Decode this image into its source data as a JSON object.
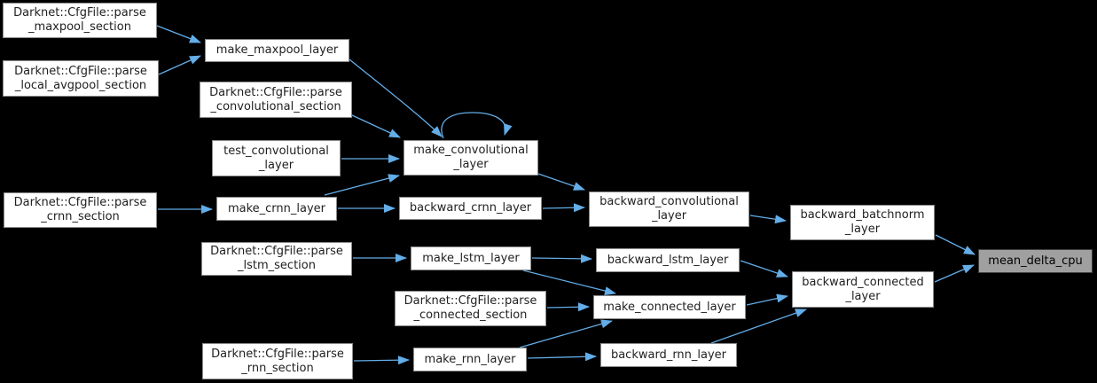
{
  "graph": {
    "type": "call-graph",
    "target_function": "mean_delta_cpu",
    "colors": {
      "bg": "#000000",
      "edge": "#63ade8",
      "node-fill": "#ffffff",
      "node-border": "#8a8a8a",
      "node-text": "#1f1f1f",
      "hl-fill": "#a0a0a0",
      "hl-border": "#3f3f3f",
      "hl-text": "#000000"
    },
    "nodes": [
      {
        "id": "parse-maxpool-section",
        "label": "Darknet::CfgFile::parse\n_maxpool_section"
      },
      {
        "id": "parse-local-avgpool-section",
        "label": "Darknet::CfgFile::parse\n_local_avgpool_section"
      },
      {
        "id": "make-maxpool-layer",
        "label": "make_maxpool_layer"
      },
      {
        "id": "parse-convolutional-section",
        "label": "Darknet::CfgFile::parse\n_convolutional_section"
      },
      {
        "id": "test-convolutional-layer",
        "label": "test_convolutional\n_layer"
      },
      {
        "id": "make-convolutional-layer",
        "label": "make_convolutional\n_layer"
      },
      {
        "id": "parse-crnn-section",
        "label": "Darknet::CfgFile::parse\n_crnn_section"
      },
      {
        "id": "make-crnn-layer",
        "label": "make_crnn_layer"
      },
      {
        "id": "backward-crnn-layer",
        "label": "backward_crnn_layer"
      },
      {
        "id": "backward-convolutional-layer",
        "label": "backward_convolutional\n_layer"
      },
      {
        "id": "backward-batchnorm-layer",
        "label": "backward_batchnorm\n_layer"
      },
      {
        "id": "parse-lstm-section",
        "label": "Darknet::CfgFile::parse\n_lstm_section"
      },
      {
        "id": "make-lstm-layer",
        "label": "make_lstm_layer"
      },
      {
        "id": "backward-lstm-layer",
        "label": "backward_lstm_layer"
      },
      {
        "id": "backward-connected-layer",
        "label": "backward_connected\n_layer"
      },
      {
        "id": "parse-connected-section",
        "label": "Darknet::CfgFile::parse\n_connected_section"
      },
      {
        "id": "make-connected-layer",
        "label": "make_connected_layer"
      },
      {
        "id": "parse-rnn-section",
        "label": "Darknet::CfgFile::parse\n_rnn_section"
      },
      {
        "id": "make-rnn-layer",
        "label": "make_rnn_layer"
      },
      {
        "id": "backward-rnn-layer",
        "label": "backward_rnn_layer"
      },
      {
        "id": "mean-delta-cpu",
        "label": "mean_delta_cpu",
        "highlight": true
      }
    ],
    "edges": [
      {
        "from": "parse-maxpool-section",
        "to": "make-maxpool-layer"
      },
      {
        "from": "parse-local-avgpool-section",
        "to": "make-maxpool-layer"
      },
      {
        "from": "make-maxpool-layer",
        "to": "make-convolutional-layer"
      },
      {
        "from": "make-convolutional-layer",
        "to": "make-convolutional-layer"
      },
      {
        "from": "parse-convolutional-section",
        "to": "make-convolutional-layer"
      },
      {
        "from": "test-convolutional-layer",
        "to": "make-convolutional-layer"
      },
      {
        "from": "make-crnn-layer",
        "to": "make-convolutional-layer"
      },
      {
        "from": "parse-crnn-section",
        "to": "make-crnn-layer"
      },
      {
        "from": "make-crnn-layer",
        "to": "backward-crnn-layer"
      },
      {
        "from": "backward-crnn-layer",
        "to": "backward-convolutional-layer"
      },
      {
        "from": "make-convolutional-layer",
        "to": "backward-convolutional-layer"
      },
      {
        "from": "backward-convolutional-layer",
        "to": "backward-batchnorm-layer"
      },
      {
        "from": "backward-batchnorm-layer",
        "to": "mean-delta-cpu"
      },
      {
        "from": "parse-lstm-section",
        "to": "make-lstm-layer"
      },
      {
        "from": "make-lstm-layer",
        "to": "backward-lstm-layer"
      },
      {
        "from": "make-lstm-layer",
        "to": "make-connected-layer"
      },
      {
        "from": "backward-lstm-layer",
        "to": "backward-connected-layer"
      },
      {
        "from": "parse-connected-section",
        "to": "make-connected-layer"
      },
      {
        "from": "make-connected-layer",
        "to": "backward-connected-layer"
      },
      {
        "from": "parse-rnn-section",
        "to": "make-rnn-layer"
      },
      {
        "from": "make-rnn-layer",
        "to": "make-connected-layer"
      },
      {
        "from": "make-rnn-layer",
        "to": "backward-rnn-layer"
      },
      {
        "from": "backward-rnn-layer",
        "to": "backward-connected-layer"
      },
      {
        "from": "backward-connected-layer",
        "to": "mean-delta-cpu"
      }
    ]
  }
}
